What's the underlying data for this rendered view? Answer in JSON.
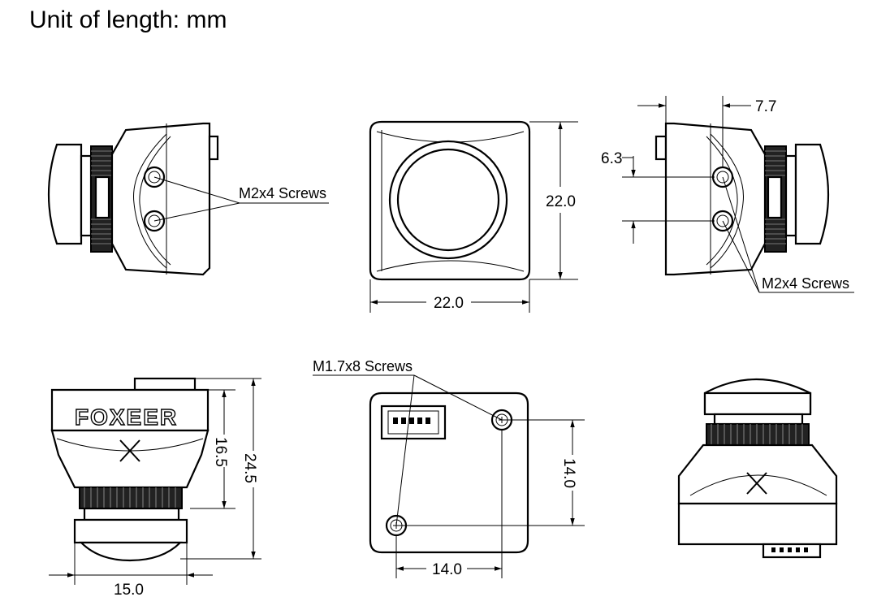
{
  "title": "Unit of length: mm",
  "views": {
    "left_side": {
      "screw_label": "M2x4 Screws"
    },
    "front": {
      "width": "22.0",
      "height": "22.0"
    },
    "right_side": {
      "offset_top": "7.7",
      "screw_spacing": "6.3",
      "screw_label": "M2x4 Screws"
    },
    "front_bottom": {
      "brand": "FOXEER",
      "body_height": "16.5",
      "total_height": "24.5",
      "width": "15.0"
    },
    "back": {
      "screw_label": "M1.7x8 Screws",
      "vertical_spacing": "14.0",
      "horizontal_spacing": "14.0"
    }
  }
}
